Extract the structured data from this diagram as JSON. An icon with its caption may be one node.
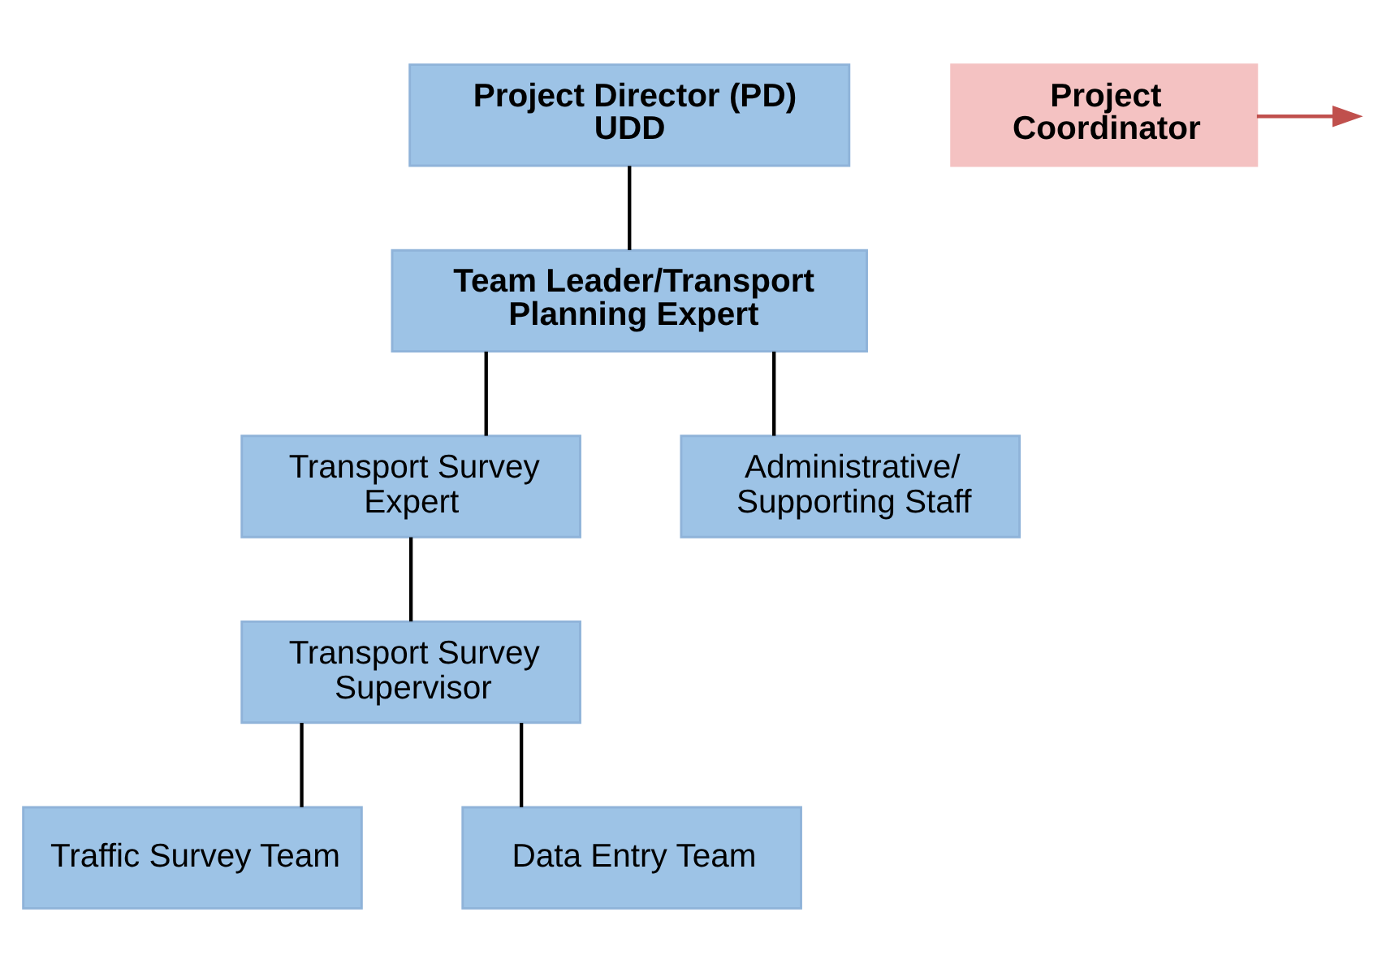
{
  "diagram": {
    "nodes": [
      {
        "text": [
          "Project Director (PD) UDD"
        ]
      },
      {
        "text": [
          "Project Coordinator"
        ]
      },
      {
        "text": [
          "Team Leader/Transport Planning Expert"
        ]
      },
      {
        "text": [
          "Transport Survey Expert"
        ]
      },
      {
        "text": [
          "Transport Survey Supervisor"
        ]
      },
      {
        "text": [
          "Administrative/ Supporting Staff"
        ]
      },
      {
        "text": [
          "Traffic Survey Team"
        ]
      },
      {
        "text": [
          "Data Entry Team"
        ]
      }
    ],
    "edges": [
      {
        "from": 0,
        "to": 2,
        "arrow": "none"
      },
      {
        "from": 1,
        "to": null,
        "arrow": "to",
        "color": "#c0504d"
      },
      {
        "from": 2,
        "to": 5,
        "arrow": "none"
      },
      {
        "from": 2,
        "to": 3,
        "arrow": "none"
      },
      {
        "from": 3,
        "to": 4,
        "arrow": "none"
      },
      {
        "from": 4,
        "to": 6,
        "arrow": "none"
      },
      {
        "from": 4,
        "to": 7,
        "arrow": "none"
      }
    ]
  }
}
